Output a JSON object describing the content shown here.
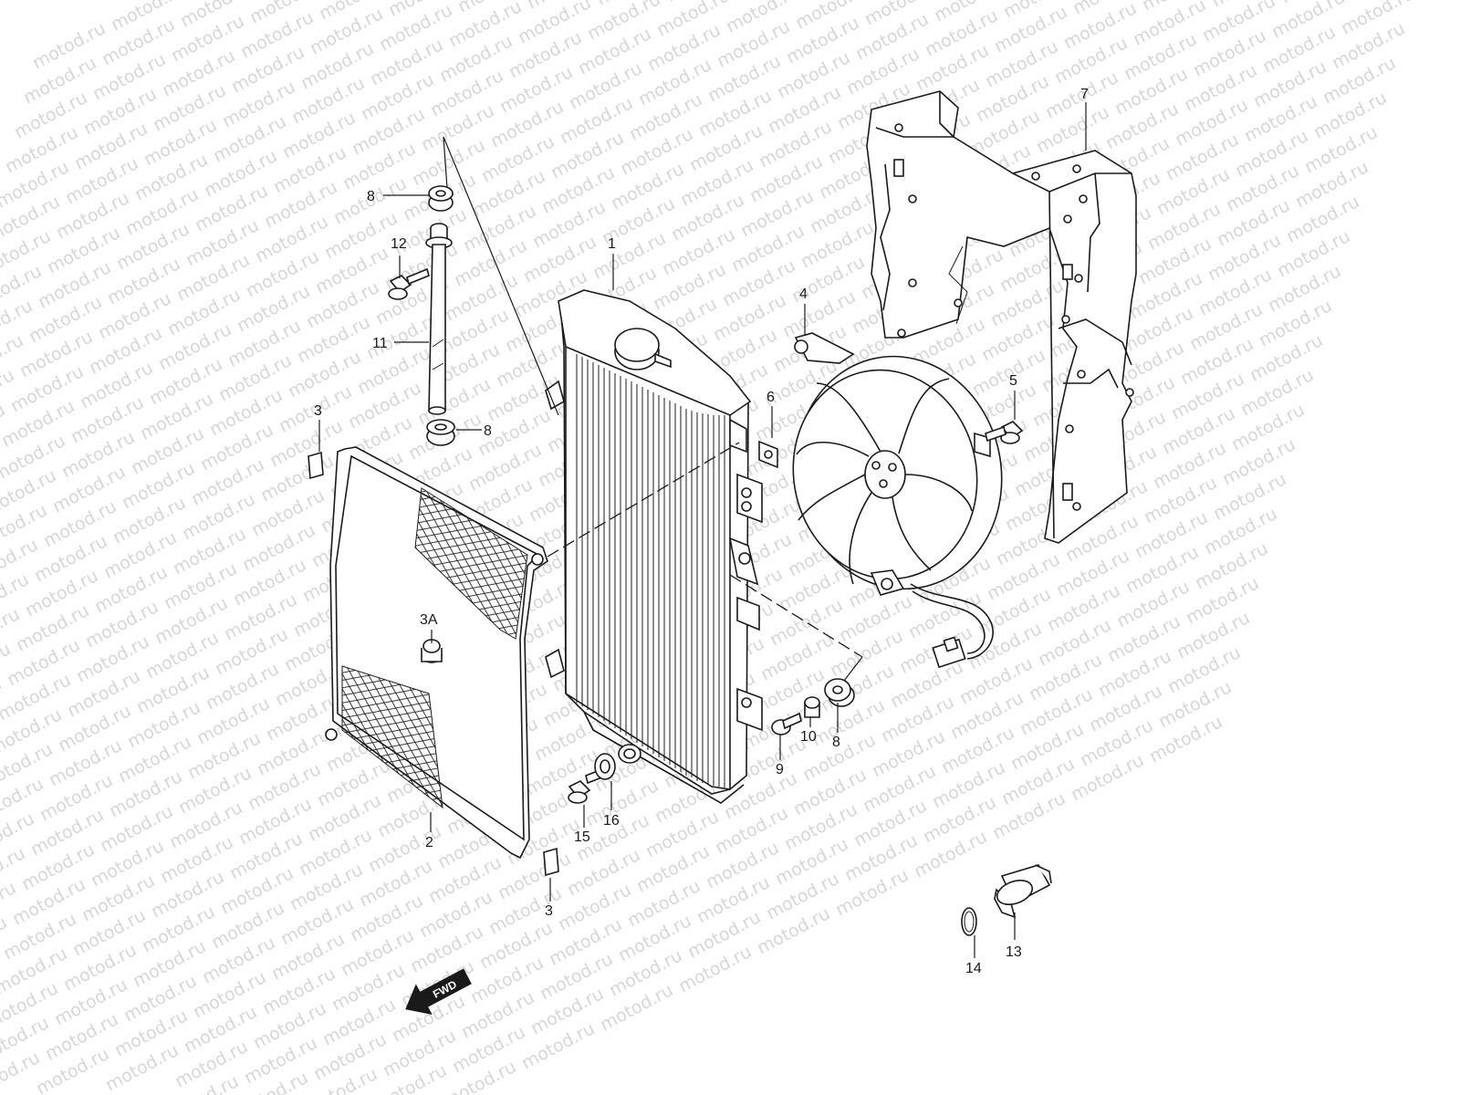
{
  "watermark": {
    "text": "motod.ru"
  },
  "labels": {
    "p1": "1",
    "p2": "2",
    "p3_top": "3",
    "p3_bottom": "3",
    "p3a": "3A",
    "p4": "4",
    "p5": "5",
    "p6": "6",
    "p7": "7",
    "p8_top": "8",
    "p8_mid": "8",
    "p8_right": "8",
    "p9": "9",
    "p10": "10",
    "p11": "11",
    "p12": "12",
    "p13": "13",
    "p14": "14",
    "p15": "15",
    "p16": "16"
  },
  "fwd": {
    "label": "FWD"
  },
  "colors": {
    "line": "#1a1a1a",
    "watermark": "#d6d6d6",
    "background": "#ffffff"
  }
}
